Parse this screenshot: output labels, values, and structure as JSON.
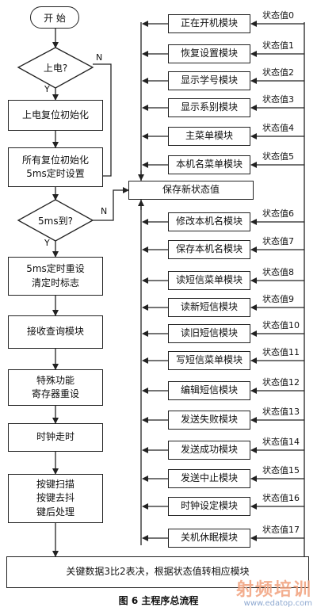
{
  "start_label": "开 始",
  "decision_power": "上电?",
  "decision_5ms": "5ms到?",
  "branch_yes": "Y",
  "branch_no": "N",
  "left_boxes": [
    "上电复位初始化",
    "所有复位初始化\n5ms定时设置",
    "5ms定时重设\n清定时标志",
    "接收查询模块",
    "特殊功能\n寄存器重设",
    "时钟走时",
    "按键扫描\n按键去抖\n键后处理"
  ],
  "save_state": "保存新状态值",
  "bottom_box": "关键数据3比2表决，根据状态值转相应模块",
  "modules": [
    {
      "name": "正在开机模块",
      "state": "状态值0"
    },
    {
      "name": "恢复设置模块",
      "state": "状态值1"
    },
    {
      "name": "显示学号模块",
      "state": "状态值2"
    },
    {
      "name": "显示系别模块",
      "state": "状态值3"
    },
    {
      "name": "主菜单模块",
      "state": "状态值4"
    },
    {
      "name": "本机名菜单模块",
      "state": "状态值5"
    },
    {
      "name": "修改本机名模块",
      "state": "状态值6"
    },
    {
      "name": "保存本机名模块",
      "state": "状态值7"
    },
    {
      "name": "读短信菜单模块",
      "state": "状态值8"
    },
    {
      "name": "读新短信模块",
      "state": "状态值9"
    },
    {
      "name": "读旧短信模块",
      "state": "状态值10"
    },
    {
      "name": "写短信菜单模块",
      "state": "状态值11"
    },
    {
      "name": "编辑短信模块",
      "state": "状态值12"
    },
    {
      "name": "发送失败模块",
      "state": "状态值13"
    },
    {
      "name": "发送成功模块",
      "state": "状态值14"
    },
    {
      "name": "发送中止模块",
      "state": "状态值15"
    },
    {
      "name": "时钟设定模块",
      "state": "状态值16"
    },
    {
      "name": "关机休眠模块",
      "state": "状态值17"
    }
  ],
  "caption": "图 6   主程序总流程",
  "watermark": {
    "brand": "射频培训",
    "url": "www.edatop.com"
  }
}
